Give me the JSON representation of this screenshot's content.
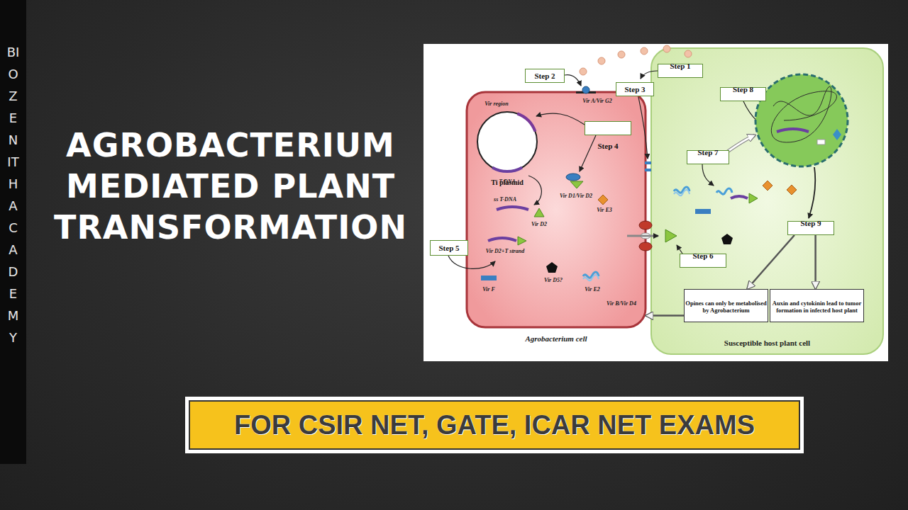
{
  "diagram": {
    "title": "AGROBACTERIUM MEDIATED PLANT TRANSFORMATION",
    "nodes": [
      {
        "text": [
          "BIOZENITH ACADEMY"
        ]
      },
      {
        "text": [
          "Agrobacterium cell"
        ]
      },
      {
        "text": [
          "Ti plasmid"
        ],
        "in": 1
      },
      {
        "text": [
          "Step 4"
        ],
        "in": 1
      },
      {
        "text": [
          "Step 2"
        ]
      },
      {
        "text": [
          "Step 3"
        ]
      },
      {
        "text": [
          "Step 5"
        ]
      },
      {
        "text": [
          "Susceptible host plant cell"
        ]
      },
      {
        "text": [
          "Step 1"
        ],
        "in": 7
      },
      {
        "text": [
          "Step 8"
        ],
        "in": 7
      },
      {
        "text": [
          "Step 7"
        ],
        "in": 7
      },
      {
        "text": [
          "Step 6"
        ],
        "in": 7
      },
      {
        "text": [
          "Step 9"
        ],
        "in": 7
      },
      {
        "text": [
          "Opines can only be metabolised by Agrobacterium"
        ],
        "in": 7
      },
      {
        "text": [
          "Auxin and cytokinin lead to tumor formation in infected host plant"
        ],
        "in": 7
      },
      {
        "text": [
          "FOR CSIR NET, GATE, ICAR NET EXAMS"
        ]
      }
    ],
    "edges": [
      {
        "from": 12,
        "to": 13,
        "arrow": "to"
      },
      {
        "from": 12,
        "to": 14,
        "arrow": "to"
      },
      {
        "from": 13,
        "to": 1,
        "arrow": "to"
      }
    ],
    "labels": [
      "Vir A/Vir G2",
      "Vir region",
      "T-DNA",
      "ss T-DNA",
      "Vir D1/Vir D2",
      "Vir D2",
      "Vir E3",
      "Vir D2+T strand",
      "Vir D5?",
      "Vir F",
      "Vir E2",
      "Vir B/Vir D4"
    ]
  }
}
